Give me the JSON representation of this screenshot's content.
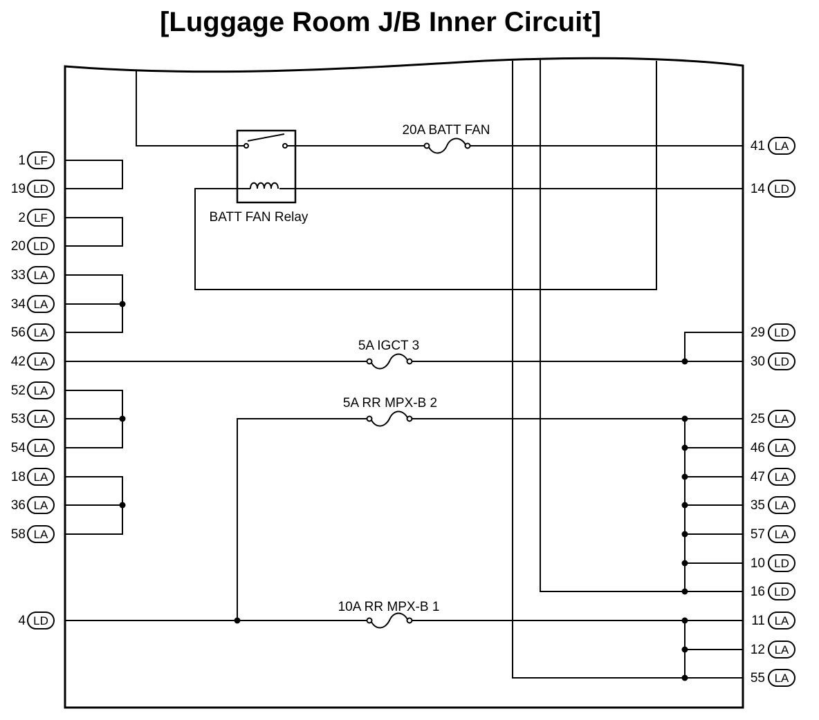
{
  "title": "[Luggage Room J/B Inner Circuit]",
  "relay": {
    "label": "BATT FAN Relay"
  },
  "fuses": [
    {
      "id": "batt-fan",
      "label": "20A BATT FAN"
    },
    {
      "id": "igct3",
      "label": "5A IGCT 3"
    },
    {
      "id": "rr-mpxb2",
      "label": "5A RR MPX-B 2"
    },
    {
      "id": "rr-mpxb1",
      "label": "10A RR MPX-B 1"
    }
  ],
  "left_pins": [
    {
      "num": "1",
      "conn": "LF"
    },
    {
      "num": "19",
      "conn": "LD"
    },
    {
      "num": "2",
      "conn": "LF"
    },
    {
      "num": "20",
      "conn": "LD"
    },
    {
      "num": "33",
      "conn": "LA"
    },
    {
      "num": "34",
      "conn": "LA"
    },
    {
      "num": "56",
      "conn": "LA"
    },
    {
      "num": "42",
      "conn": "LA"
    },
    {
      "num": "52",
      "conn": "LA"
    },
    {
      "num": "53",
      "conn": "LA"
    },
    {
      "num": "54",
      "conn": "LA"
    },
    {
      "num": "18",
      "conn": "LA"
    },
    {
      "num": "36",
      "conn": "LA"
    },
    {
      "num": "58",
      "conn": "LA"
    },
    {
      "num": "4",
      "conn": "LD"
    }
  ],
  "right_pins": [
    {
      "num": "41",
      "conn": "LA"
    },
    {
      "num": "14",
      "conn": "LD"
    },
    {
      "num": "29",
      "conn": "LD"
    },
    {
      "num": "30",
      "conn": "LD"
    },
    {
      "num": "25",
      "conn": "LA"
    },
    {
      "num": "46",
      "conn": "LA"
    },
    {
      "num": "47",
      "conn": "LA"
    },
    {
      "num": "35",
      "conn": "LA"
    },
    {
      "num": "57",
      "conn": "LA"
    },
    {
      "num": "10",
      "conn": "LD"
    },
    {
      "num": "16",
      "conn": "LD"
    },
    {
      "num": "11",
      "conn": "LA"
    },
    {
      "num": "12",
      "conn": "LA"
    },
    {
      "num": "55",
      "conn": "LA"
    }
  ]
}
